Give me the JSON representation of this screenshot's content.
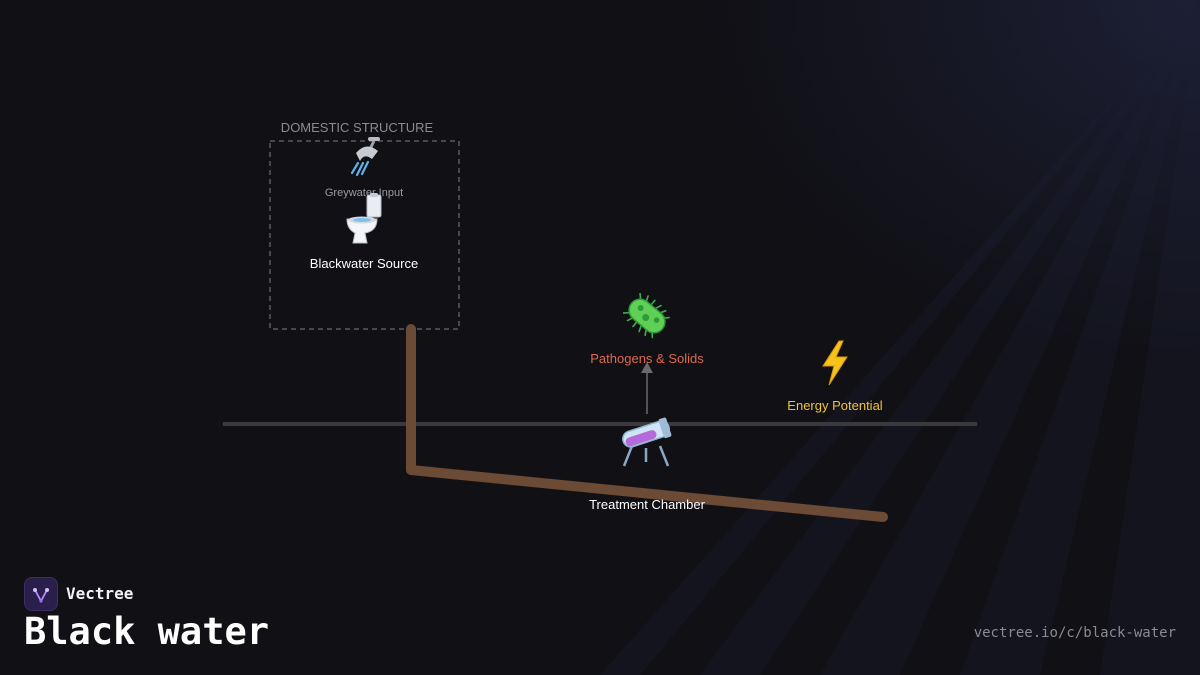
{
  "brand": {
    "name": "Vectree",
    "logo_icon": "vectree-logo-icon"
  },
  "page": {
    "title": "Black water",
    "url": "vectree.io/c/black-water"
  },
  "diagram": {
    "group": {
      "label": "DOMESTIC STRUCTURE"
    },
    "nodes": {
      "greywater": {
        "icon": "shower-icon",
        "label": "Greywater Input"
      },
      "blackwater": {
        "icon": "toilet-icon",
        "label": "Blackwater Source"
      },
      "pathogens": {
        "icon": "microbe-icon",
        "label": "Pathogens & Solids"
      },
      "treatment": {
        "icon": "flask-icon",
        "label": "Treatment Chamber"
      },
      "energy": {
        "icon": "lightning-icon",
        "label": "Energy Potential"
      }
    },
    "colors": {
      "pipe": "#6b4a36",
      "ground": "#3a3a3e",
      "group_border": "#5a5a5e",
      "pathogens_label": "#e0684f",
      "energy_label": "#f2c430",
      "node_label": "#ffffff",
      "muted_label": "#9a9aa0",
      "accent": "#8b5cf6"
    }
  }
}
